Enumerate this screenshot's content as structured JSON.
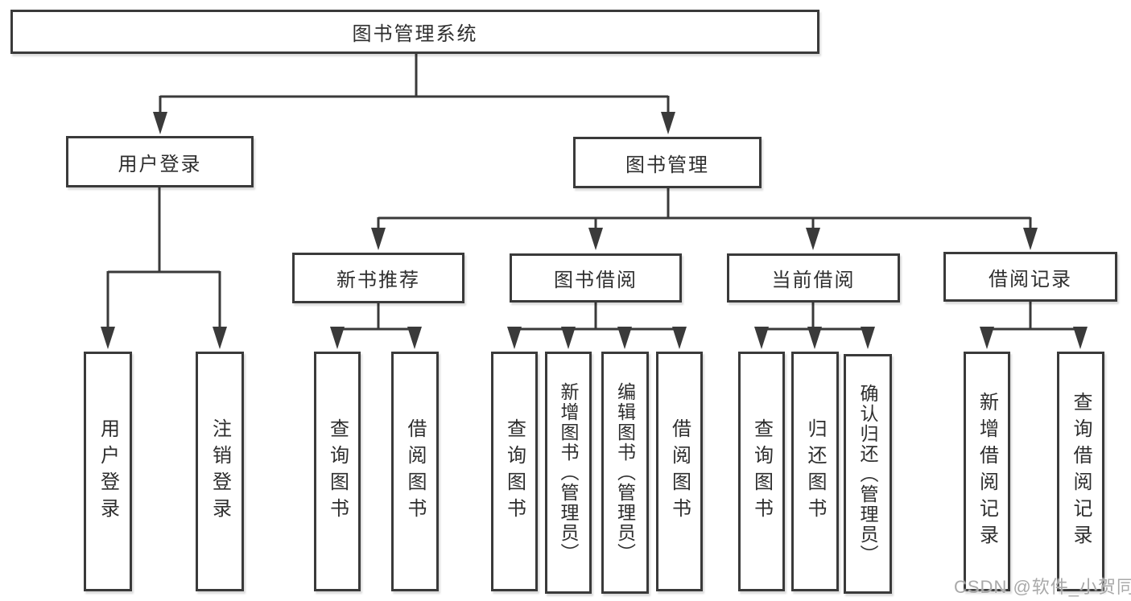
{
  "diagram": {
    "title": "图书管理系统",
    "level2": {
      "user_login": "用户登录",
      "book_mgmt": "图书管理"
    },
    "level3": {
      "new_book_rec": "新书推荐",
      "book_borrow": "图书借阅",
      "current_borrow": "当前借阅",
      "borrow_records": "借阅记录"
    },
    "leaves": {
      "ul_login": "用户登录",
      "ul_logout": "注销登录",
      "nb_query": "查询图书",
      "nb_borrow": "借阅图书",
      "bb_query": "查询图书",
      "bb_add": "新增图书（管理员）",
      "bb_edit": "编辑图书（管理员）",
      "bb_borrow": "借阅图书",
      "cb_query": "查询图书",
      "cb_return": "归还图书",
      "cb_confirm": "确认归还（管理员）",
      "br_add": "新增借阅记录",
      "br_query": "查询借阅记录"
    }
  },
  "watermark": "CSDN @软件_小贺同学",
  "colors": {
    "line": "#3a3a3a",
    "box_border": "#3a3a3a",
    "text": "#2e2e2e",
    "background": "#ffffff",
    "watermark": "#a9a9a9"
  }
}
